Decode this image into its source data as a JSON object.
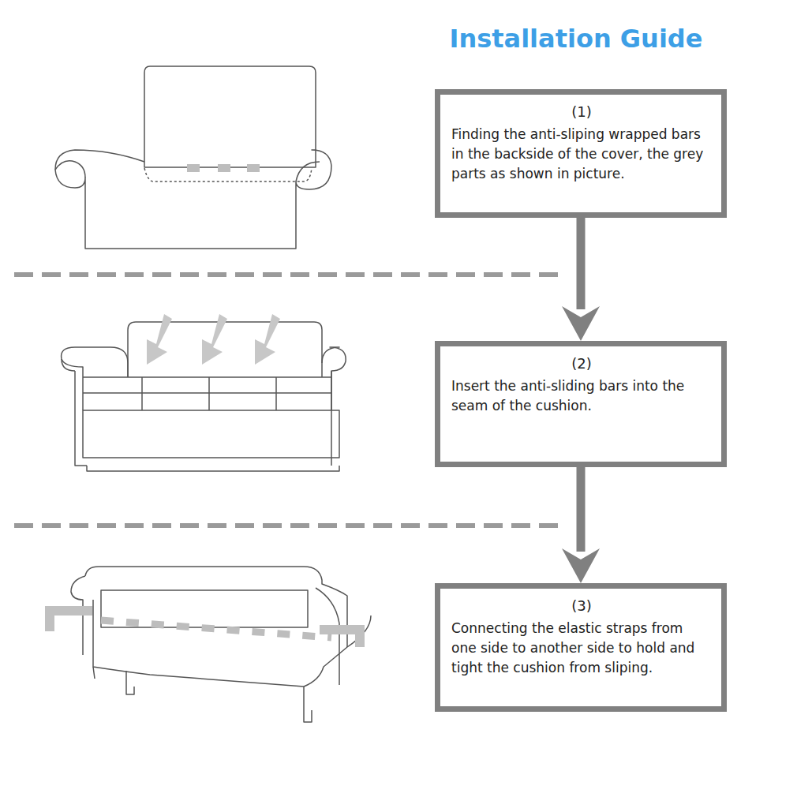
{
  "diagram": {
    "title": "Installation Guide",
    "nodes": [
      {
        "text": [
          "(1)",
          "Finding the anti-sliping wrapped bars in the backside of the cover, the grey parts as shown in picture."
        ]
      },
      {
        "text": [
          "(2)",
          "Insert the anti-sliding bars into the seam of the cushion."
        ]
      },
      {
        "text": [
          "(3)",
          "Connecting the elastic straps from one side to another side to hold and tight the cushion from sliping."
        ]
      }
    ],
    "edges": [
      {
        "from": 0,
        "to": 1,
        "arrow": "to"
      },
      {
        "from": 1,
        "to": 2,
        "arrow": "to"
      }
    ]
  }
}
